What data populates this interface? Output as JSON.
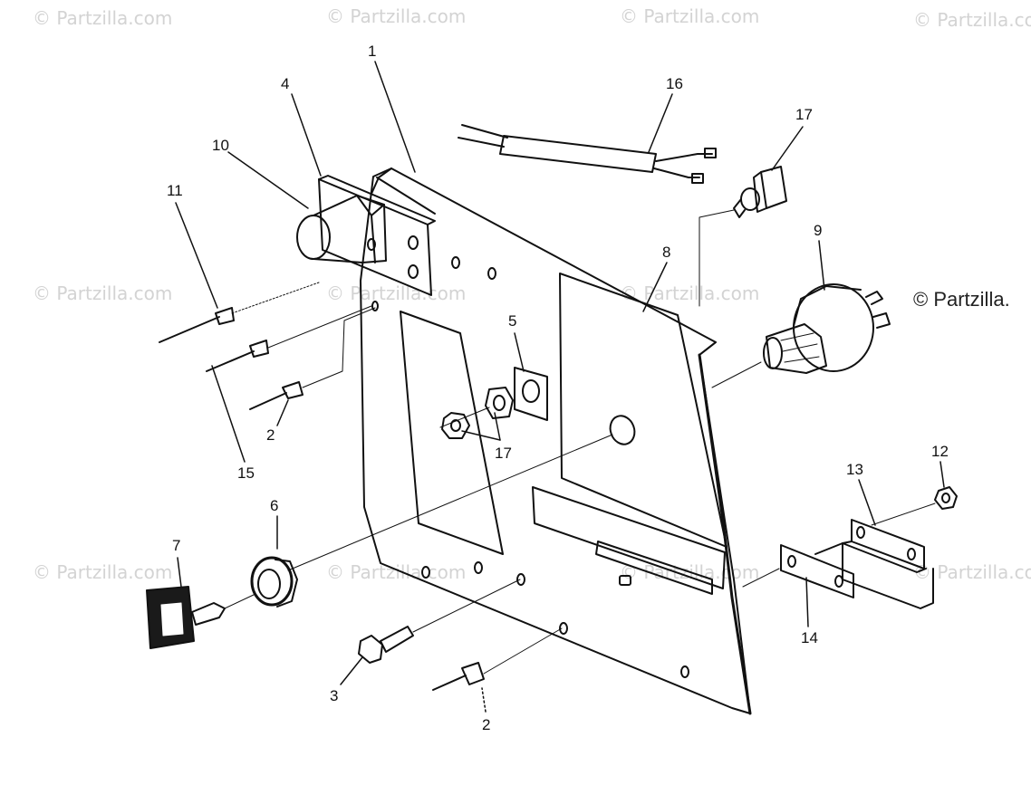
{
  "watermark": {
    "text": "© Partzilla.com",
    "corner_text": "© Partzilla."
  },
  "callouts": [
    {
      "id": "c1",
      "label": "1"
    },
    {
      "id": "c2a",
      "label": "2"
    },
    {
      "id": "c2b",
      "label": "2"
    },
    {
      "id": "c3",
      "label": "3"
    },
    {
      "id": "c4",
      "label": "4"
    },
    {
      "id": "c5",
      "label": "5"
    },
    {
      "id": "c6",
      "label": "6"
    },
    {
      "id": "c7",
      "label": "7"
    },
    {
      "id": "c8",
      "label": "8"
    },
    {
      "id": "c9",
      "label": "9"
    },
    {
      "id": "c10",
      "label": "10"
    },
    {
      "id": "c11",
      "label": "11"
    },
    {
      "id": "c12",
      "label": "12"
    },
    {
      "id": "c13",
      "label": "13"
    },
    {
      "id": "c14",
      "label": "14"
    },
    {
      "id": "c15",
      "label": "15"
    },
    {
      "id": "c16",
      "label": "16"
    },
    {
      "id": "c17a",
      "label": "17"
    },
    {
      "id": "c17b",
      "label": "17"
    }
  ],
  "colors": {
    "ink": "#111111",
    "watermark": "#d3d3d3",
    "key_fill": "#1a1a1a"
  }
}
